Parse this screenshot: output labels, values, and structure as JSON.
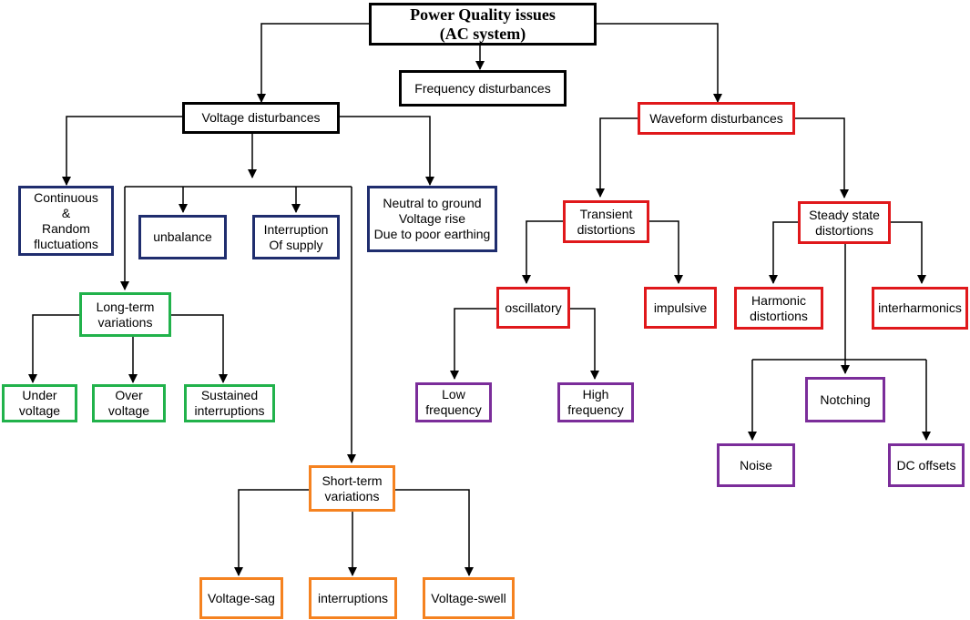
{
  "root": {
    "title": "Power Quality issues\n(AC system)"
  },
  "level1": {
    "frequency": "Frequency disturbances",
    "voltage": "Voltage disturbances",
    "waveform": "Waveform disturbances"
  },
  "voltage": {
    "continuous": "Continuous\n&\nRandom\nfluctuations",
    "unbalance": "unbalance",
    "interruption_supply": "Interruption\nOf supply",
    "neutral": "Neutral to ground\nVoltage rise\nDue to poor earthing",
    "long_term": "Long-term\nvariations",
    "under": "Under\nvoltage",
    "over": "Over\nvoltage",
    "sustained": "Sustained\ninterruptions",
    "short_term": "Short-term\nvariations",
    "sag": "Voltage-sag",
    "interruptions": "interruptions",
    "swell": "Voltage-swell"
  },
  "waveform": {
    "transient": "Transient\ndistortions",
    "steady": "Steady state\ndistortions",
    "oscillatory": "oscillatory",
    "impulsive": "impulsive",
    "low": "Low\nfrequency",
    "high": "High\nfrequency",
    "harmonic": "Harmonic\ndistortions",
    "interharmonics": "interharmonics",
    "notching": "Notching",
    "noise": "Noise",
    "dc": "DC offsets"
  },
  "colors": {
    "root": "#000000",
    "voltage_children": "#1f2d6e",
    "waveform": "#e0181b",
    "long_term": "#21b24b",
    "short_term": "#f58220",
    "leaf_waveform": "#7b2d9a",
    "connector": "#000000"
  }
}
